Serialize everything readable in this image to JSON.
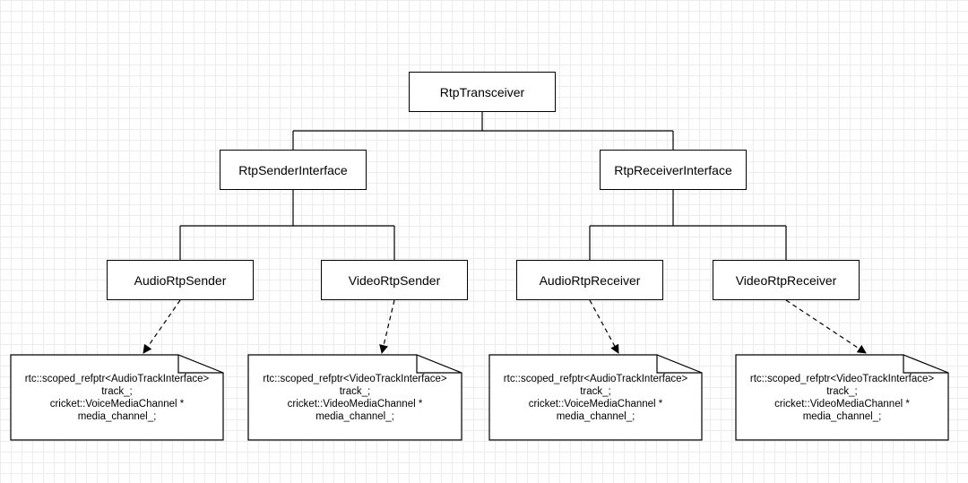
{
  "nodes": {
    "transceiver": "RtpTransceiver",
    "sender_interface": "RtpSenderInterface",
    "receiver_interface": "RtpReceiverInterface",
    "audio_sender": "AudioRtpSender",
    "video_sender": "VideoRtpSender",
    "audio_receiver": "AudioRtpReceiver",
    "video_receiver": "VideoRtpReceiver"
  },
  "notes": [
    {
      "line1": "rtc::scoped_refptr<AudioTrackInterface>",
      "line2": "track_;",
      "line3": "cricket::VoiceMediaChannel *",
      "line4": "media_channel_;"
    },
    {
      "line1": "rtc::scoped_refptr<VideoTrackInterface>",
      "line2": "track_;",
      "line3": "cricket::VideoMediaChannel *",
      "line4": "media_channel_;"
    },
    {
      "line1": "rtc::scoped_refptr<AudioTrackInterface>",
      "line2": "track_;",
      "line3": "cricket::VoiceMediaChannel *",
      "line4": "media_channel_;"
    },
    {
      "line1": "rtc::scoped_refptr<VideoTrackInterface>",
      "line2": "track_;",
      "line3": "cricket::VideoMediaChannel *",
      "line4": "media_channel_;"
    }
  ]
}
